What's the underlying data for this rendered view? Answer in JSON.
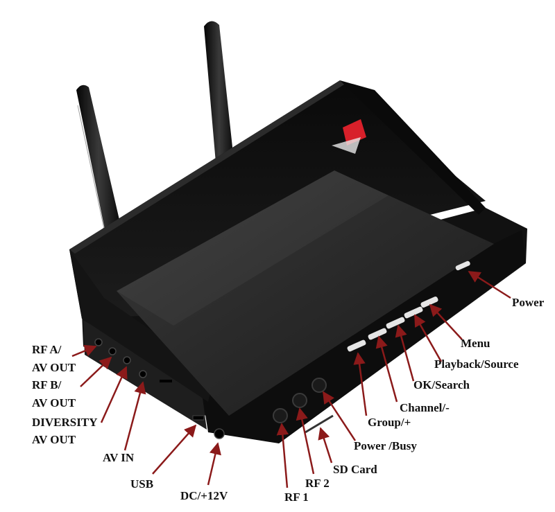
{
  "labels": {
    "power": "Power",
    "menu": "Menu",
    "playback_source": "Playback/Source",
    "ok_search": "OK/Search",
    "channel_minus": "Channel/-",
    "group_plus": "Group/+",
    "power_busy": "Power /Busy",
    "sd_card": "SD Card",
    "rf1": "RF 1",
    "rf2": "RF 2",
    "dc_12v": "DC/+12V",
    "usb": "USB",
    "av_in": "AV IN",
    "rf_a_line1": "RF A/",
    "rf_a_line2": "AV OUT",
    "rf_b_line1": "RF B/",
    "rf_b_line2": "AV OUT",
    "diversity_line1": "DIVERSITY",
    "diversity_line2": "AV OUT"
  },
  "colors": {
    "arrow": "#8b1a1a",
    "device_body": "#151515",
    "screen": "#2a2a2a",
    "sticker": "#d8202a"
  }
}
